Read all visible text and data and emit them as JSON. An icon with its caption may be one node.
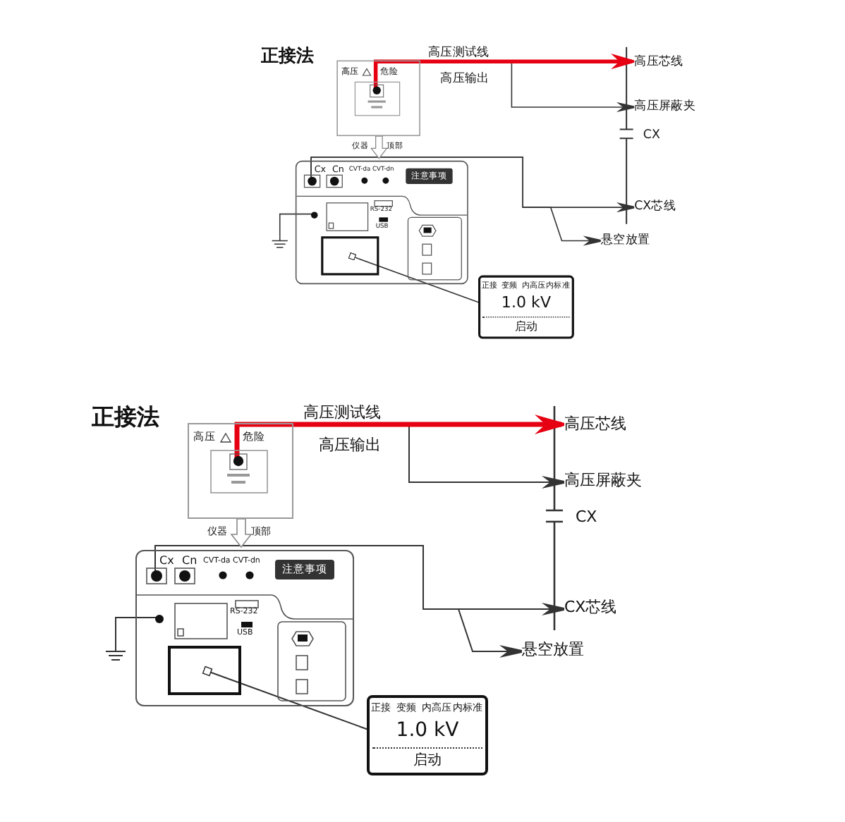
{
  "diagram": {
    "nodes": [
      {
        "text": [
          "高压",
          "危险"
        ]
      },
      {
        "text": [
          "Cx",
          "Cn",
          "CVT-da",
          "CVT-dn",
          "注意事项",
          "RS-232",
          "USB"
        ]
      },
      {
        "text": [],
        "shape": "box",
        "in": 1
      },
      {
        "text": [],
        "shape": "ground"
      },
      {
        "text": [
          "正接",
          "变频",
          "内高压",
          "内标准",
          "1.0 kV",
          "启动"
        ]
      },
      {
        "text": [
          "高压芯线"
        ]
      },
      {
        "text": [
          "高压屏蔽夹"
        ]
      },
      {
        "text": [
          "CX芯线"
        ]
      },
      {
        "text": [
          "悬空放置"
        ]
      },
      {
        "text": [
          "高压",
          "危险"
        ]
      },
      {
        "text": [
          "Cx",
          "Cn",
          "CVT-da",
          "CVT-dn",
          "注意事项",
          "RS-232",
          "USB"
        ]
      },
      {
        "text": [],
        "shape": "box",
        "in": 10
      },
      {
        "text": [],
        "shape": "ground"
      },
      {
        "text": [
          "正接",
          "变频",
          "内高压",
          "内标准",
          "1.0 kV",
          "启动"
        ]
      },
      {
        "text": [
          "高压芯线"
        ]
      },
      {
        "text": [
          "高压屏蔽夹"
        ]
      },
      {
        "text": [
          "CX芯线"
        ]
      },
      {
        "text": [
          "悬空放置"
        ]
      }
    ],
    "edges": [
      {
        "from": 0,
        "to": 5,
        "arrow": "to",
        "label": "高压测试线",
        "style": "thick",
        "color": "#e60012"
      },
      {
        "from": 0,
        "to": 6,
        "arrow": "to",
        "label": "高压输出"
      },
      {
        "from": 1,
        "to": 7,
        "arrow": "to"
      },
      {
        "from": 1,
        "to": 8,
        "arrow": "to"
      },
      {
        "from": 0,
        "to": 1,
        "arrow": "to"
      },
      {
        "from": 1,
        "to": 3,
        "arrow": "none"
      },
      {
        "from": 2,
        "to": 4,
        "arrow": "other"
      },
      {
        "from": 9,
        "to": 14,
        "arrow": "to",
        "label": "高压测试线",
        "style": "thick",
        "color": "#e60012"
      },
      {
        "from": 9,
        "to": 15,
        "arrow": "to",
        "label": "高压输出"
      },
      {
        "from": 10,
        "to": 16,
        "arrow": "to"
      },
      {
        "from": 10,
        "to": 17,
        "arrow": "to"
      },
      {
        "from": 9,
        "to": 10,
        "arrow": "to"
      },
      {
        "from": 10,
        "to": 12,
        "arrow": "none"
      },
      {
        "from": 11,
        "to": 13,
        "arrow": "other"
      }
    ],
    "labels": [
      "正接法",
      "仪器",
      "顶部",
      "CX",
      "正接法",
      "仪器",
      "顶部",
      "CX"
    ]
  }
}
